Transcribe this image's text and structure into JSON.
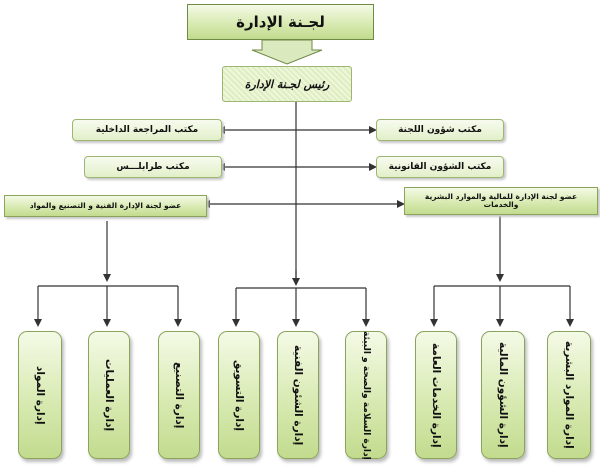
{
  "title": "لجـنة الإدارة",
  "president": "رئيس لجـنة الإدارة",
  "offices": {
    "internal_audit": "مكتب المراجعة الداخلية",
    "tripoli": "مكتب طرابلـــس",
    "committee_affairs": "مكتب شؤون اللجنة",
    "legal_affairs": "مكتب الشؤون القانونية"
  },
  "members": {
    "technical": "عضو لجنة الإدارة الفنية و التصنيع والمواد",
    "finance": "عضو لجنة الإدارة للمالية والموارد البشرية والخدمات"
  },
  "departments": [
    {
      "id": "materials",
      "label": "إدارة المواد"
    },
    {
      "id": "operations",
      "label": "إدارة العمليات"
    },
    {
      "id": "manufacturing",
      "label": "إدارة التصنيع"
    },
    {
      "id": "marketing",
      "label": "إدارة التسويق"
    },
    {
      "id": "technical-affairs",
      "label": "إدارة الشئون الفنية"
    },
    {
      "id": "safety",
      "label": "إدارة السلامة والصحة و البيئة"
    },
    {
      "id": "general-services",
      "label": "إدارة الخدمات العامة"
    },
    {
      "id": "financial-affairs",
      "label": "إدارة الشؤون المالية"
    },
    {
      "id": "human-resources",
      "label": "إدارة الموارد البشرية"
    }
  ]
}
